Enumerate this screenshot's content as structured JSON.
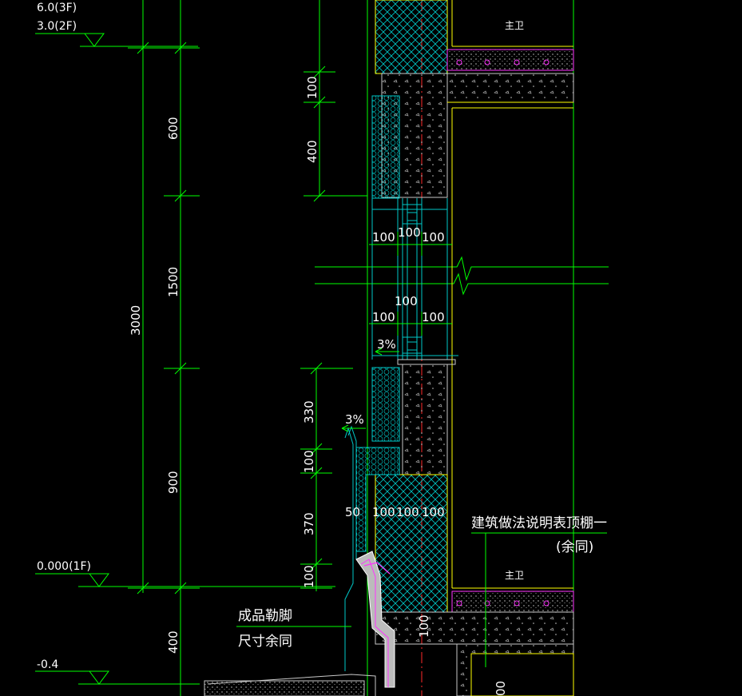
{
  "colors": {
    "background": "#000000",
    "dimension": "#00ff00",
    "insulation": "#00c8c8",
    "structure": "#ffff00",
    "axis": "#ff2a2a",
    "finish": "#ff33ff",
    "text": "#ffffff"
  },
  "levels": {
    "level_3f": "6.0(3F)",
    "level_2f": "3.0(2F)",
    "level_1f": "0.000(1F)",
    "level_ground": "-0.4"
  },
  "dims_overall": {
    "total": "3000",
    "segments": [
      "600",
      "1500",
      "900",
      "400"
    ]
  },
  "dims_local": {
    "upper_a": "100",
    "upper_b": "400",
    "lower_a": "330",
    "lower_b": "100",
    "lower_c": "370",
    "lower_d": "100"
  },
  "window": {
    "top_left": "100",
    "top_mid": "100",
    "top_right": "100",
    "bottom_mid": "100",
    "bottom_left": "100",
    "bottom_right": "100"
  },
  "slopes": {
    "sill": "3%",
    "ledge": "3%"
  },
  "wall_dims": {
    "d50": "50",
    "d100a": "100",
    "d100b": "100",
    "d100c": "100",
    "slab": "100",
    "base": "00"
  },
  "notes": {
    "room_top": "主卫",
    "room_bottom": "主卫",
    "ceiling_line1": "建筑做法说明表顶棚一",
    "ceiling_line2": "(余同)",
    "plinth_line1": "成品勒脚",
    "plinth_line2": "尺寸余同"
  }
}
